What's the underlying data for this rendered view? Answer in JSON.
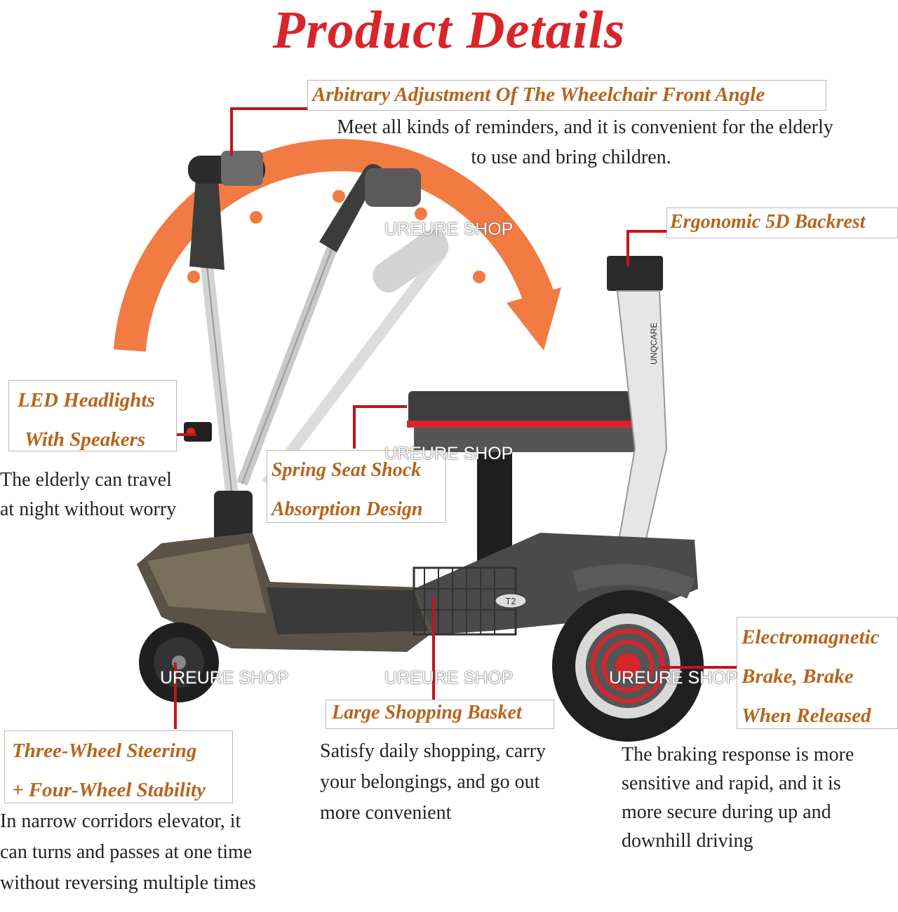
{
  "page": {
    "title": "Product Details",
    "accent_color": "#d8252b",
    "label_color": "#b5651d",
    "watermark": "UREURE SHOP",
    "seat_post_brand": "UNQCARE",
    "front_badge": "T2"
  },
  "features": {
    "front_angle": {
      "title": "Arbitrary Adjustment Of The Wheelchair Front Angle",
      "desc_lines": [
        "Meet all kinds of reminders, and it is convenient for the elderly",
        "to use and bring children."
      ]
    },
    "backrest": {
      "title": "Ergonomic 5D Backrest"
    },
    "headlights": {
      "title_lines": [
        "LED Headlights",
        "With Speakers"
      ],
      "desc_lines": [
        "The elderly can travel",
        "at night without worry"
      ]
    },
    "seat_shock": {
      "title_lines": [
        "Spring Seat Shock",
        "Absorption Design"
      ]
    },
    "steering": {
      "title_lines": [
        "Three-Wheel Steering",
        "+ Four-Wheel Stability"
      ],
      "desc_lines": [
        "In narrow corridors elevator, it",
        "can turns and passes at one time",
        "without reversing multiple times"
      ]
    },
    "basket": {
      "title": "Large Shopping Basket",
      "desc_lines": [
        "Satisfy daily shopping, carry",
        "your belongings, and go out",
        "more convenient"
      ]
    },
    "brake": {
      "title_lines": [
        "Electromagnetic",
        "Brake, Brake",
        "When Released"
      ],
      "desc_lines": [
        "The braking response is more",
        "sensitive and rapid, and it is",
        "more secure during up and",
        "downhill driving"
      ]
    }
  }
}
